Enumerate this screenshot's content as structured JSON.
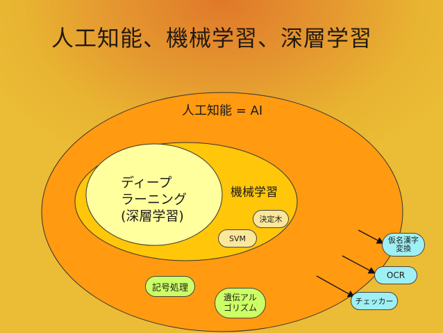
{
  "title": "人工知能、機械学習、深層学習",
  "ai": {
    "label": "人工知能 = AI"
  },
  "ml": {
    "label": "機械学習"
  },
  "dl": {
    "line1": "ディープ",
    "line2": "ラーニング",
    "line3": "(深層学習)"
  },
  "ml_items": {
    "tree": "決定木",
    "svm": "SVM"
  },
  "ai_items": {
    "symbolic": "記号処理",
    "ga_line1": "遺伝アル",
    "ga_line2": "ゴリズム"
  },
  "outside": {
    "kana": "仮名漢字",
    "kana2": "変換",
    "ocr": "OCR",
    "checker": "チェッカー"
  },
  "colors": {
    "ai_fill": "#ff9a11",
    "ml_fill": "#ffc60a",
    "dl_fill": "#ffff9e",
    "green_pill": "#ccff66",
    "cyan_pill": "#9ff0f4"
  }
}
